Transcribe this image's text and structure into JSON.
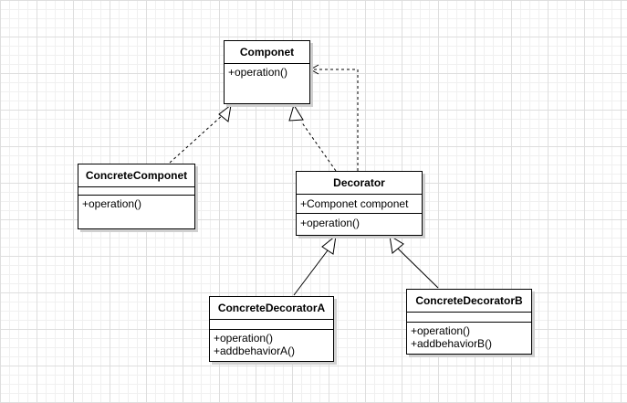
{
  "diagram": {
    "classes": {
      "componet": {
        "name": "Componet",
        "operations": [
          "+operation()"
        ]
      },
      "concrete_componet": {
        "name": "ConcreteComponet",
        "operations": [
          "+operation()"
        ]
      },
      "decorator": {
        "name": "Decorator",
        "attributes": [
          "+Componet componet"
        ],
        "operations": [
          "+operation()"
        ]
      },
      "concrete_decorator_a": {
        "name": "ConcreteDecoratorA",
        "operations": [
          "+operation()",
          "+addbehaviorA()"
        ]
      },
      "concrete_decorator_b": {
        "name": "ConcreteDecoratorB",
        "operations": [
          "+operation()",
          "+addbehaviorB()"
        ]
      }
    },
    "relationships": [
      {
        "from": "ConcreteComponet",
        "to": "Componet",
        "type": "realization"
      },
      {
        "from": "Decorator",
        "to": "Componet",
        "type": "realization"
      },
      {
        "from": "Decorator",
        "to": "Componet",
        "type": "dependency"
      },
      {
        "from": "ConcreteDecoratorA",
        "to": "Decorator",
        "type": "generalization"
      },
      {
        "from": "ConcreteDecoratorB",
        "to": "Decorator",
        "type": "generalization"
      }
    ]
  }
}
